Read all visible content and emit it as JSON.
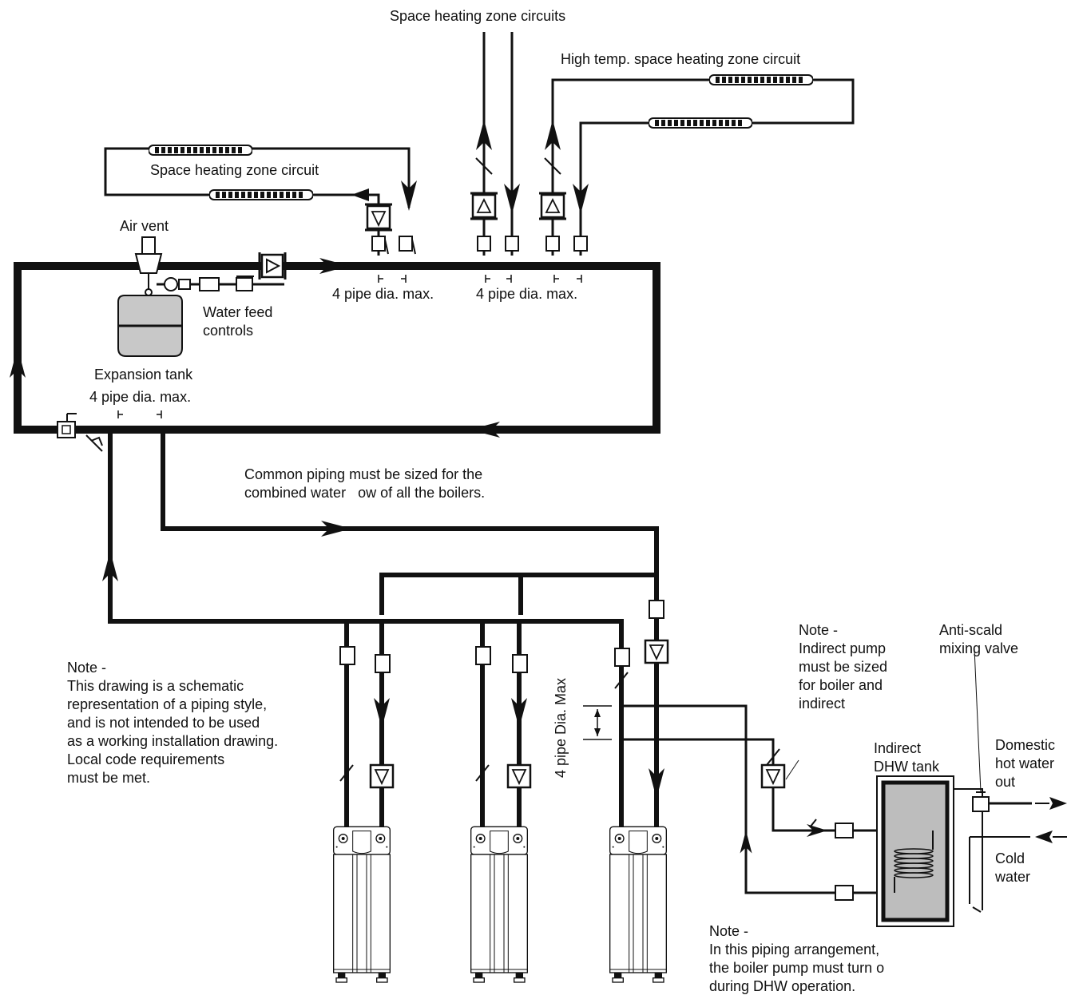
{
  "labels": {
    "space_heating_zone_circuits": "Space heating zone circuits",
    "high_temp_zone_circuit": "High temp. space heating zone circuit",
    "space_heating_zone_circuit": "Space heating zone circuit",
    "air_vent": "Air vent",
    "water_feed_controls": "Water feed\ncontrols",
    "expansion_tank": "Expansion tank",
    "pipe_dia_max": "4 pipe dia. max.",
    "pipe_dia_max_vertical": "4 pipe Dia. Max",
    "common_piping": "Common piping must be sized for the\ncombined water   ow of all the boilers.",
    "note_schematic": "Note -\nThis drawing is a schematic\nrepresentation of a piping style,\nand is not intended to be used\nas a working installation drawing.\nLocal code requirements\nmust be met.",
    "note_indirect_pump": "Note -\nIndirect pump\nmust be sized\nfor boiler and\nindirect",
    "anti_scald": "Anti-scald\nmixing valve",
    "indirect_dhw_tank": "Indirect\nDHW tank",
    "domestic_hot_water_out": "Domestic\nhot water\nout",
    "cold_water": "Cold\nwater",
    "note_boiler_pump": "Note -\nIn this piping arrangement,\nthe boiler pump must turn o\nduring DHW operation."
  },
  "colors": {
    "pipe": "#111111",
    "tank_fill": "#c8c8c8",
    "dhw_fill": "#bdbdbd"
  }
}
